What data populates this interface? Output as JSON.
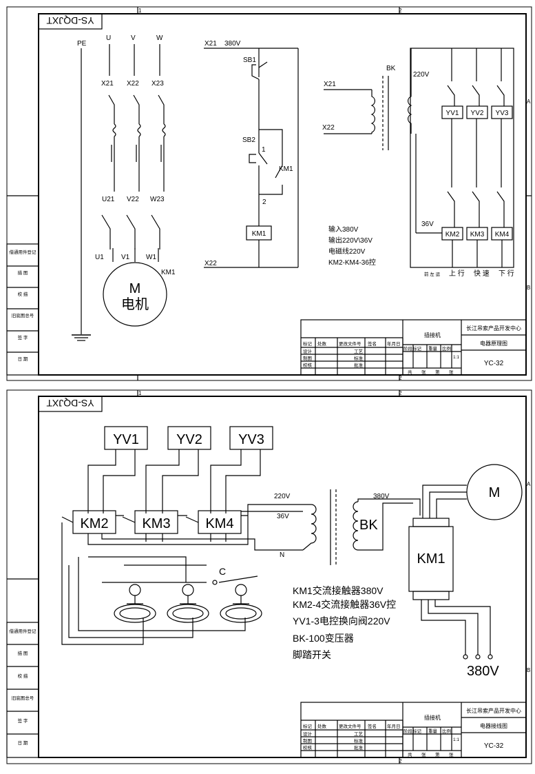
{
  "sheet_common": {
    "stamp": "YS-DQJXT",
    "zone_1": "1",
    "zone_2": "2",
    "zone_a": "A",
    "zone_b": "B",
    "side_labels": [
      "借通用件登记",
      "描 图",
      "校 描",
      "旧底图总号",
      "签 字",
      "日 期"
    ]
  },
  "sheet1": {
    "pe": "PE",
    "u": "U",
    "v": "V",
    "w": "W",
    "x21": "X21",
    "x22": "X22",
    "x23": "X23",
    "u21": "U21",
    "v22": "V22",
    "w23": "W23",
    "u1": "U1",
    "v1": "V1",
    "w1": "W1",
    "km1_motor": "KM1",
    "motor_m": "M",
    "motor_name": "电机",
    "ctrl_x21": "X21",
    "ctrl_380": "380V",
    "ctrl_x22": "X22",
    "sb1": "SB1",
    "sb2": "SB2",
    "n1": "1",
    "n2": "2",
    "km1_contact": "KM1",
    "km1_coil": "KM1",
    "tx_x21": "X21",
    "tx_x22": "X22",
    "bk": "BK",
    "v220": "220V",
    "v36": "36V",
    "yv1": "YV1",
    "yv2": "YV2",
    "yv3": "YV3",
    "km2": "KM2",
    "km3": "KM3",
    "km4": "KM4",
    "note1": "输入380V",
    "note2": "输出220V\\36V",
    "note3": "电磁线220V",
    "note4": "KM2-KM4-36控",
    "lbl_a": "前 左 运",
    "lbl_up": "上 行",
    "lbl_fast": "快 速",
    "lbl_down": "下 行"
  },
  "sheet2": {
    "yv1": "YV1",
    "yv2": "YV2",
    "yv3": "YV3",
    "km2": "KM2",
    "km3": "KM3",
    "km4": "KM4",
    "v220": "220V",
    "v36": "36V",
    "n": "N",
    "c": "C",
    "bk": "BK",
    "v380": "380V",
    "km1": "KM1",
    "motor_m": "M",
    "supply": "380V",
    "legend": [
      "KM1交流接触器380V",
      "KM2-4交流接触器36V控",
      "YV1-3电控换向阀220V",
      "BK-100变压器",
      "脚踏开关"
    ]
  },
  "title_block": {
    "company": "长江吊索产品开发中心",
    "drawing1": "电器原理图",
    "drawing2": "电器接线图",
    "code": "YC-32",
    "device": "插接机",
    "row_head": [
      "标记",
      "处数",
      "更改文件号",
      "签名",
      "年月日"
    ],
    "left_col": [
      "设计",
      "制图",
      "校核"
    ],
    "mid_col": [
      "工艺",
      "标准",
      "批准"
    ],
    "stage_head": [
      "阶段标记",
      "重量",
      "比例"
    ],
    "scale": "1:1",
    "sheets": [
      "共",
      "张",
      "第",
      "张"
    ]
  }
}
